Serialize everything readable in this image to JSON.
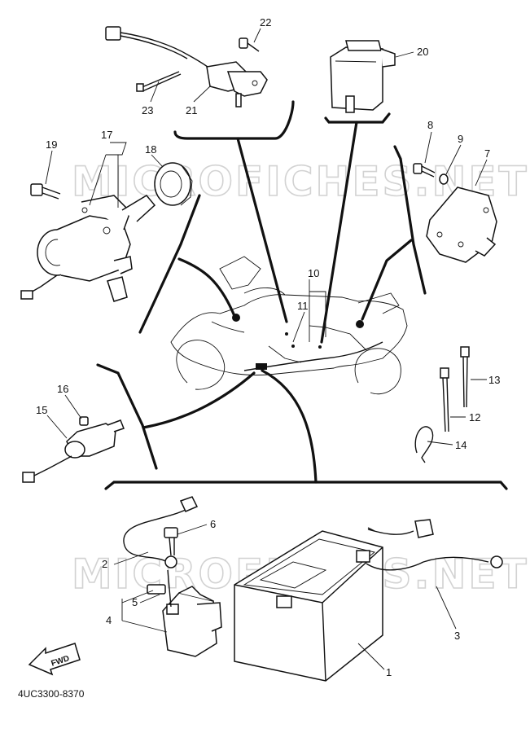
{
  "watermark": "MICROFICHES.NET",
  "diagram_code": "4UC3300-8370",
  "fwd_label": "FWD",
  "callouts": {
    "p1": "1",
    "p2": "2",
    "p3": "3",
    "p4": "4",
    "p5": "5",
    "p6": "6",
    "p7": "7",
    "p8": "8",
    "p9": "9",
    "p10": "10",
    "p11": "11",
    "p12": "12",
    "p13": "13",
    "p14": "14",
    "p15": "15",
    "p16": "16",
    "p17": "17",
    "p18": "18",
    "p19": "19",
    "p20": "20",
    "p21": "21",
    "p22": "22",
    "p23": "23"
  }
}
